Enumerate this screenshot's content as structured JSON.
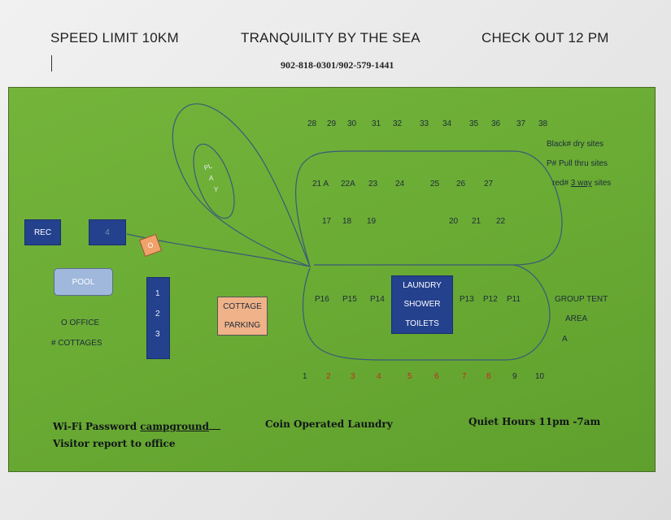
{
  "header": {
    "speed_limit": "SPEED LIMIT  10KM",
    "title": "TRANQUILITY BY THE SEA",
    "checkout": "CHECK OUT 12 PM",
    "phones": "902-818-0301/902-579-1441"
  },
  "map": {
    "top_row": [
      "28",
      "29",
      "30",
      "31",
      "32",
      "33",
      "34",
      "35",
      "36",
      "37",
      "38"
    ],
    "upper_mid_row": [
      "21 A",
      "22A",
      "23",
      "24",
      "25",
      "26",
      "27"
    ],
    "upper_low_row": [
      "17",
      "18",
      "19",
      "20",
      "21",
      "22"
    ],
    "pull_thru_row_left": [
      "P16",
      "P15",
      "P14"
    ],
    "pull_thru_row_right": [
      "P13",
      "P12",
      "P11"
    ],
    "bottom_row": [
      {
        "n": "1",
        "color": "black"
      },
      {
        "n": "2",
        "color": "red"
      },
      {
        "n": "3",
        "color": "red"
      },
      {
        "n": "4",
        "color": "red"
      },
      {
        "n": "5",
        "color": "red"
      },
      {
        "n": "6",
        "color": "red"
      },
      {
        "n": "7",
        "color": "red"
      },
      {
        "n": "8",
        "color": "red"
      },
      {
        "n": "9",
        "color": "black"
      },
      {
        "n": "10",
        "color": "black"
      }
    ],
    "legend": {
      "black": "Black# dry sites",
      "pull": "P# Pull thru sites",
      "red_prefix": "red# ",
      "red_underlined": "3 way",
      "red_suffix": " sites"
    },
    "play_letters": [
      "PL",
      "A",
      "Y"
    ],
    "rec": "REC",
    "four": "4",
    "diamond": "O",
    "pool": "POOL",
    "office": "O OFFICE",
    "cottages": "# COTTAGES",
    "cabins": [
      "1",
      "2",
      "3"
    ],
    "cottage_parking": [
      "COTTAGE",
      "PARKING"
    ],
    "laundry_box": [
      "LAUNDRY",
      "SHOWER",
      "TOILETS"
    ],
    "group_tent": [
      "GROUP TENT",
      "AREA",
      "A"
    ],
    "colors": {
      "grass": "#6aab34",
      "building_blue": "#24418e",
      "cottage_orange": "#f0b288",
      "red_site": "#c62c1d",
      "path_line": "#3a5a78"
    }
  },
  "footer": {
    "wifi_prefix": "Wi-Fi Password ",
    "wifi_password": "campground",
    "visitor": "Visitor report to office",
    "laundry": "Coin Operated Laundry",
    "quiet": "Quiet Hours 11pm -7am"
  }
}
